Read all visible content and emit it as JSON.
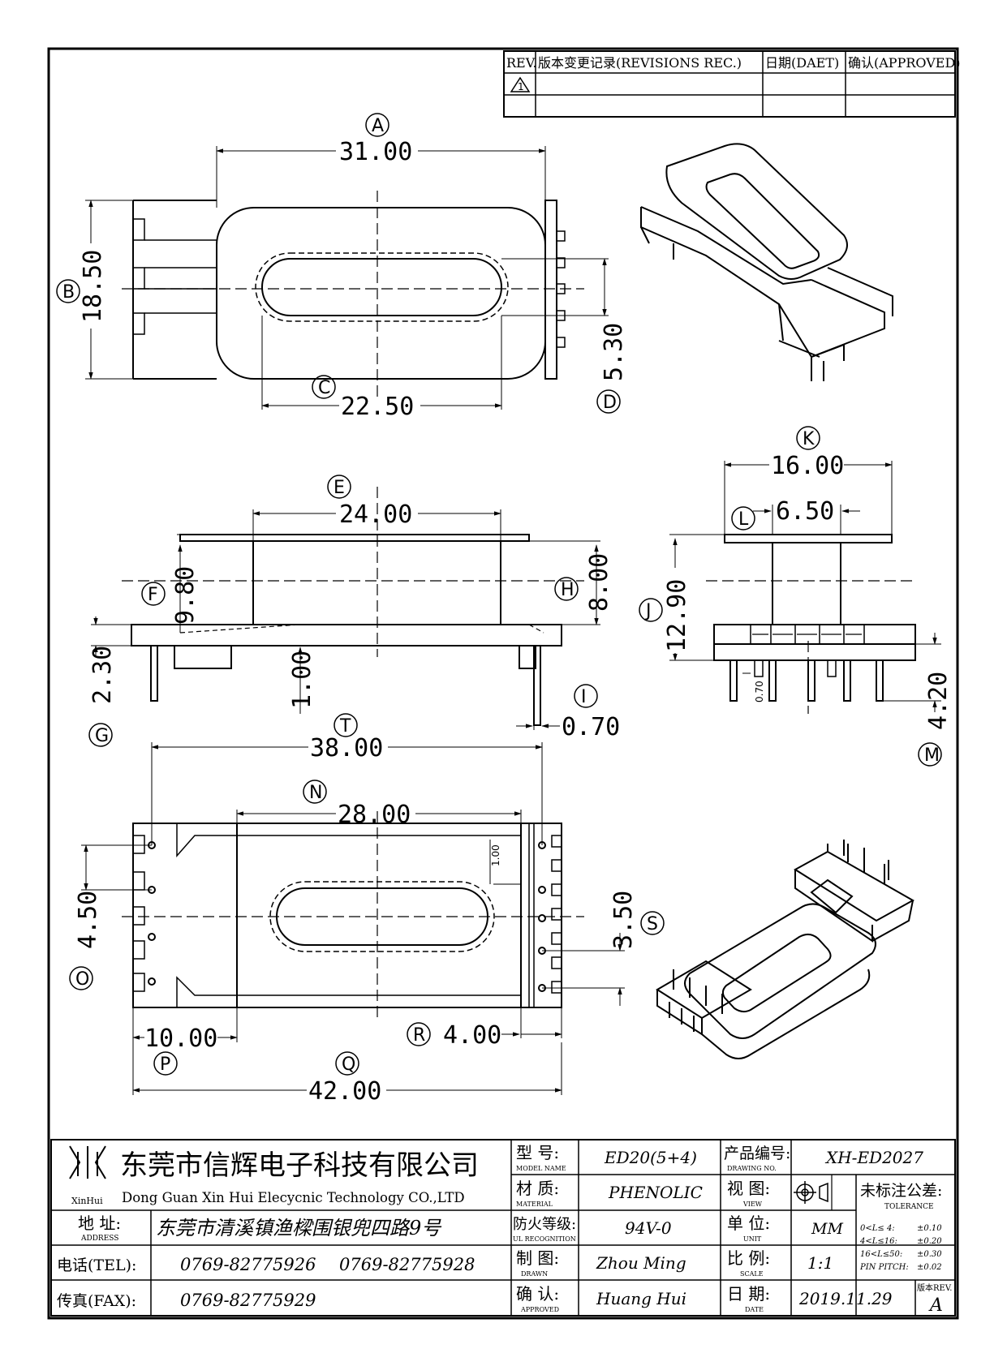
{
  "revision_table": {
    "headers": [
      "REV.",
      "版本变更记录(REVISIONS REC.)",
      "日期(DAET)",
      "确认(APPROVED)"
    ],
    "rev_marker": "1"
  },
  "dimensions": {
    "A": {
      "letter": "A",
      "value": "31.00"
    },
    "B": {
      "letter": "B",
      "value": "18.50"
    },
    "C": {
      "letter": "C",
      "value": "22.50"
    },
    "D": {
      "letter": "D",
      "value": "5.30"
    },
    "E": {
      "letter": "E",
      "value": "24.00"
    },
    "F": {
      "letter": "F",
      "value": "9.80"
    },
    "G": {
      "letter": "G",
      "value": "2.30"
    },
    "H": {
      "letter": "H",
      "value": "8.00"
    },
    "I": {
      "letter": "I",
      "value": "0.70"
    },
    "J": {
      "letter": "J",
      "value": "12.90"
    },
    "K": {
      "letter": "K",
      "value": "16.00"
    },
    "L": {
      "letter": "L",
      "value": "6.50"
    },
    "M": {
      "letter": "M",
      "value": "4.20"
    },
    "N": {
      "letter": "N",
      "value": "28.00"
    },
    "O": {
      "letter": "O",
      "value": "4.50"
    },
    "P": {
      "letter": "P",
      "value": "10.00"
    },
    "Q": {
      "letter": "Q",
      "value": "42.00"
    },
    "R": {
      "letter": "R",
      "value": "4.00"
    },
    "S": {
      "letter": "S",
      "value": "3.50"
    },
    "T": {
      "letter": "T",
      "value": "38.00"
    }
  },
  "minor_dims": {
    "side_1_00": "1.00",
    "pin_0_70": "0.70",
    "bottom_1_00": "1.00"
  },
  "title_block": {
    "company_cn": "东莞市信辉电子科技有限公司",
    "company_en": "Dong Guan Xin Hui Elecycnic Technology CO.,LTD",
    "logo_text": "XinHui",
    "address_label": "地 址:",
    "address_label_en": "ADDRESS",
    "address": "东莞市清溪镇渔樑围银兜四路9号",
    "tel_label": "电话(TEL):",
    "tel1": "0769-82775926",
    "tel2": "0769-82775928",
    "fax_label": "传真(FAX):",
    "fax": "0769-82775929",
    "model_label": "型 号:",
    "model_label_en": "MODEL NAME",
    "model": "ED20(5+4)",
    "material_label": "材 质:",
    "material_label_en": "MATERIAL",
    "material": "PHENOLIC",
    "ul_label": "防火等级:",
    "ul_label_en": "UL RECOGNITION",
    "ul": "94V-0",
    "drawn_label": "制 图:",
    "drawn_label_en": "DRAWN",
    "drawn": "Zhou Ming",
    "approved_label": "确 认:",
    "approved_label_en": "APPROVED",
    "approved": "Huang Hui",
    "drawing_no_label": "产品编号:",
    "drawing_no_label_en": "DRAWING NO.",
    "drawing_no": "XH-ED2027",
    "view_label": "视 图:",
    "view_label_en": "VIEW",
    "unit_label": "单 位:",
    "unit_label_en": "UNIT",
    "unit": "MM",
    "scale_label": "比 例:",
    "scale_label_en": "SCALE",
    "scale": "1:1",
    "date_label": "日 期:",
    "date_label_en": "DATE",
    "date": "2019.11.29",
    "tolerance_label": "未标注公差:",
    "tolerance_label_en": "TOLERANCE",
    "tolerances": [
      {
        "range": "0<L≤ 4:",
        "value": "±0.10"
      },
      {
        "range": "4<L≤16:",
        "value": "±0.20"
      },
      {
        "range": "16<L≤50:",
        "value": "±0.30"
      },
      {
        "range": "PIN PITCH:",
        "value": "±0.02"
      }
    ],
    "rev_label": "版本REV.",
    "rev": "A"
  }
}
